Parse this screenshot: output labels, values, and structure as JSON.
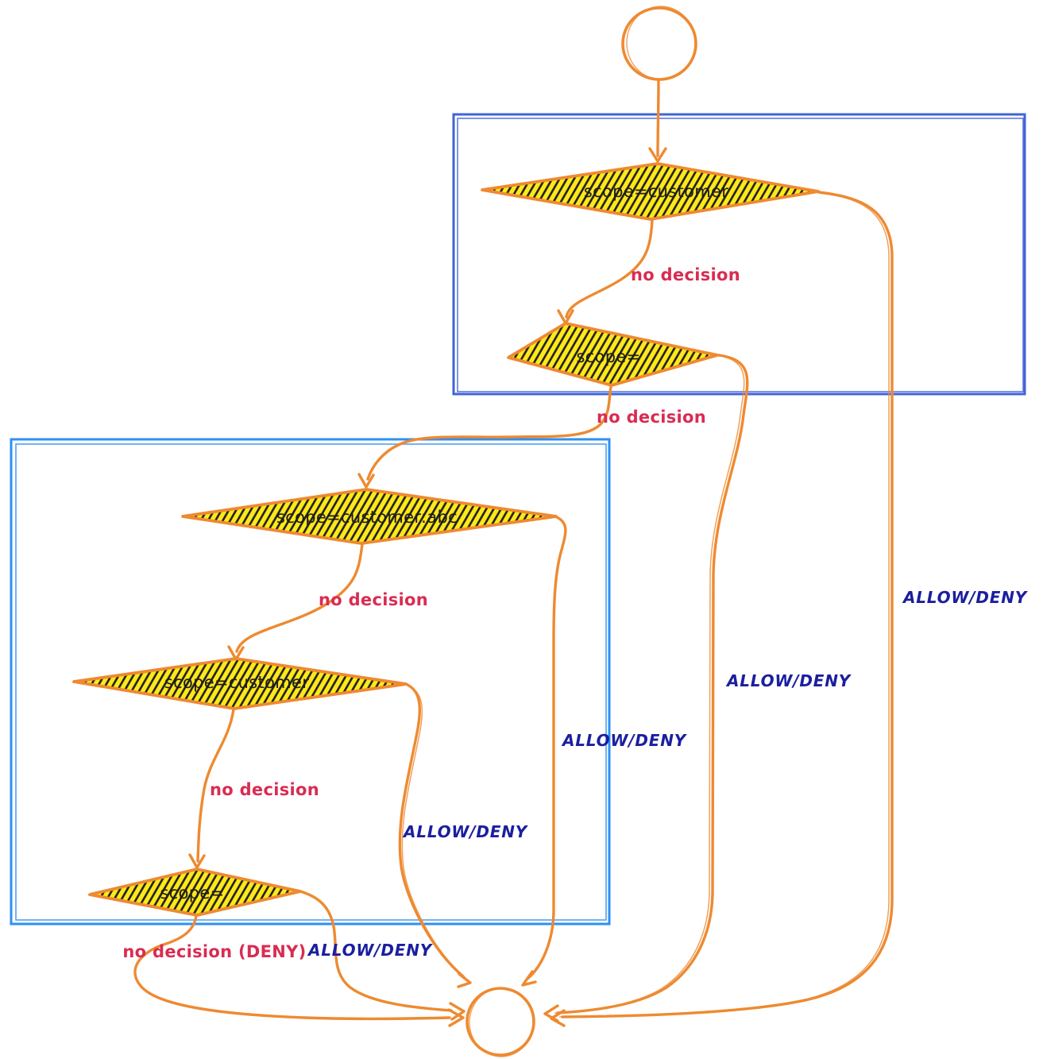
{
  "colors": {
    "stroke_orange": "#ee8a31",
    "fill_yellow": "#ffe81a",
    "hatch_black": "#1d1d1d",
    "box_top_blue": "#4263d7",
    "box_bottom_blue": "#2e90f2",
    "label_red": "#d92c52",
    "label_navy": "#1b1f9e",
    "node_text": "#1d1d1d",
    "background": "#ffffff"
  },
  "nodes": {
    "start": {
      "shape": "circle"
    },
    "scope_customer_top": {
      "label": "scope=customer",
      "shape": "diamond"
    },
    "scope_empty_top": {
      "label": "scope=",
      "shape": "diamond"
    },
    "scope_customer_abc": {
      "label": "scope=customer:abc",
      "shape": "diamond"
    },
    "scope_customer_lower": {
      "label": "scope=customer",
      "shape": "diamond"
    },
    "scope_empty_lower": {
      "label": "scope=",
      "shape": "diamond"
    },
    "end": {
      "shape": "circle"
    }
  },
  "edges": {
    "d1_to_d2": {
      "label": "no decision"
    },
    "d2_to_d3": {
      "label": "no decision"
    },
    "d3_to_d4": {
      "label": "no decision"
    },
    "d4_to_d5": {
      "label": "no decision"
    },
    "d5_to_end": {
      "label": "no decision (DENY)"
    },
    "d1_to_end": {
      "label": "ALLOW/DENY"
    },
    "d2_to_end": {
      "label": "ALLOW/DENY"
    },
    "d3_to_end": {
      "label": "ALLOW/DENY"
    },
    "d4_to_end": {
      "label": "ALLOW/DENY"
    },
    "d5_right_to_end": {
      "label": "ALLOW/DENY"
    }
  }
}
